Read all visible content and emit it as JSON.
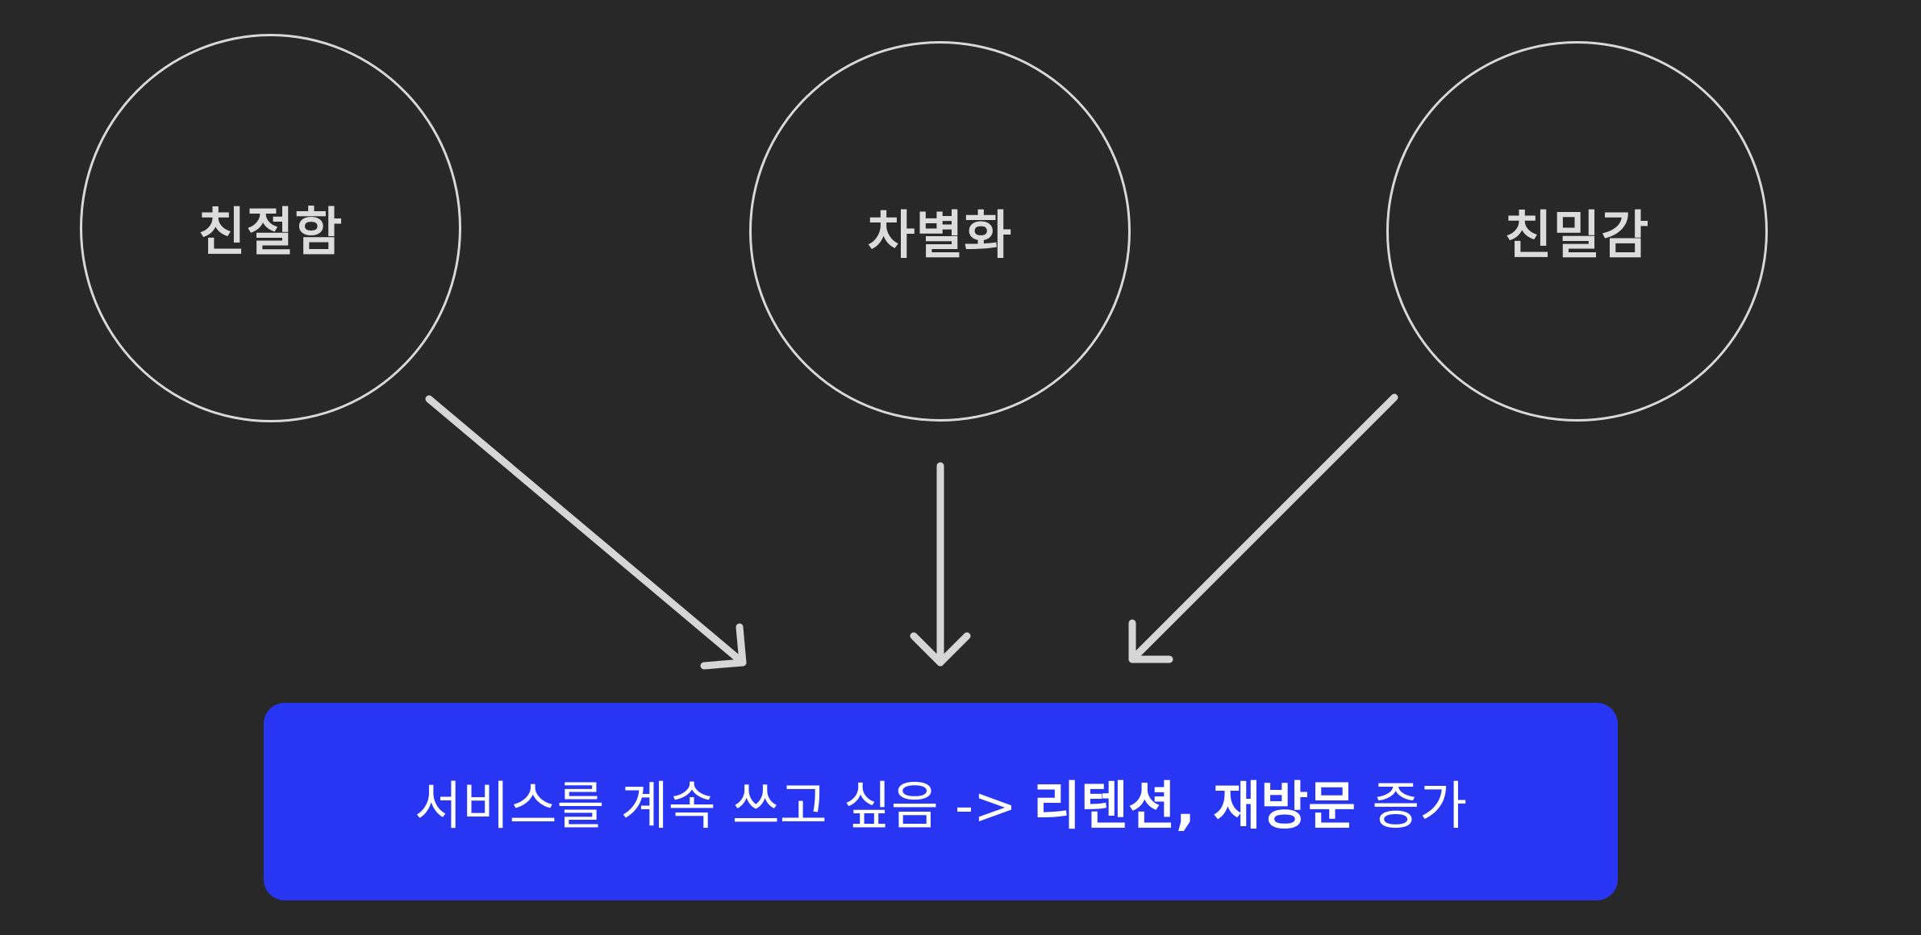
{
  "nodes": [
    {
      "label": "친절함"
    },
    {
      "label": "차별화"
    },
    {
      "label": "친밀감"
    }
  ],
  "result": {
    "prefix": "서비스를 계속 쓰고 싶음 -> ",
    "emphasis": "리텐션, 재방문",
    "suffix": " 증가"
  },
  "colors": {
    "background": "#282828",
    "outline": "#d8d8d8",
    "arrow": "#d6d6d6",
    "result_box": "#2836f4",
    "result_text": "#ffffff"
  }
}
